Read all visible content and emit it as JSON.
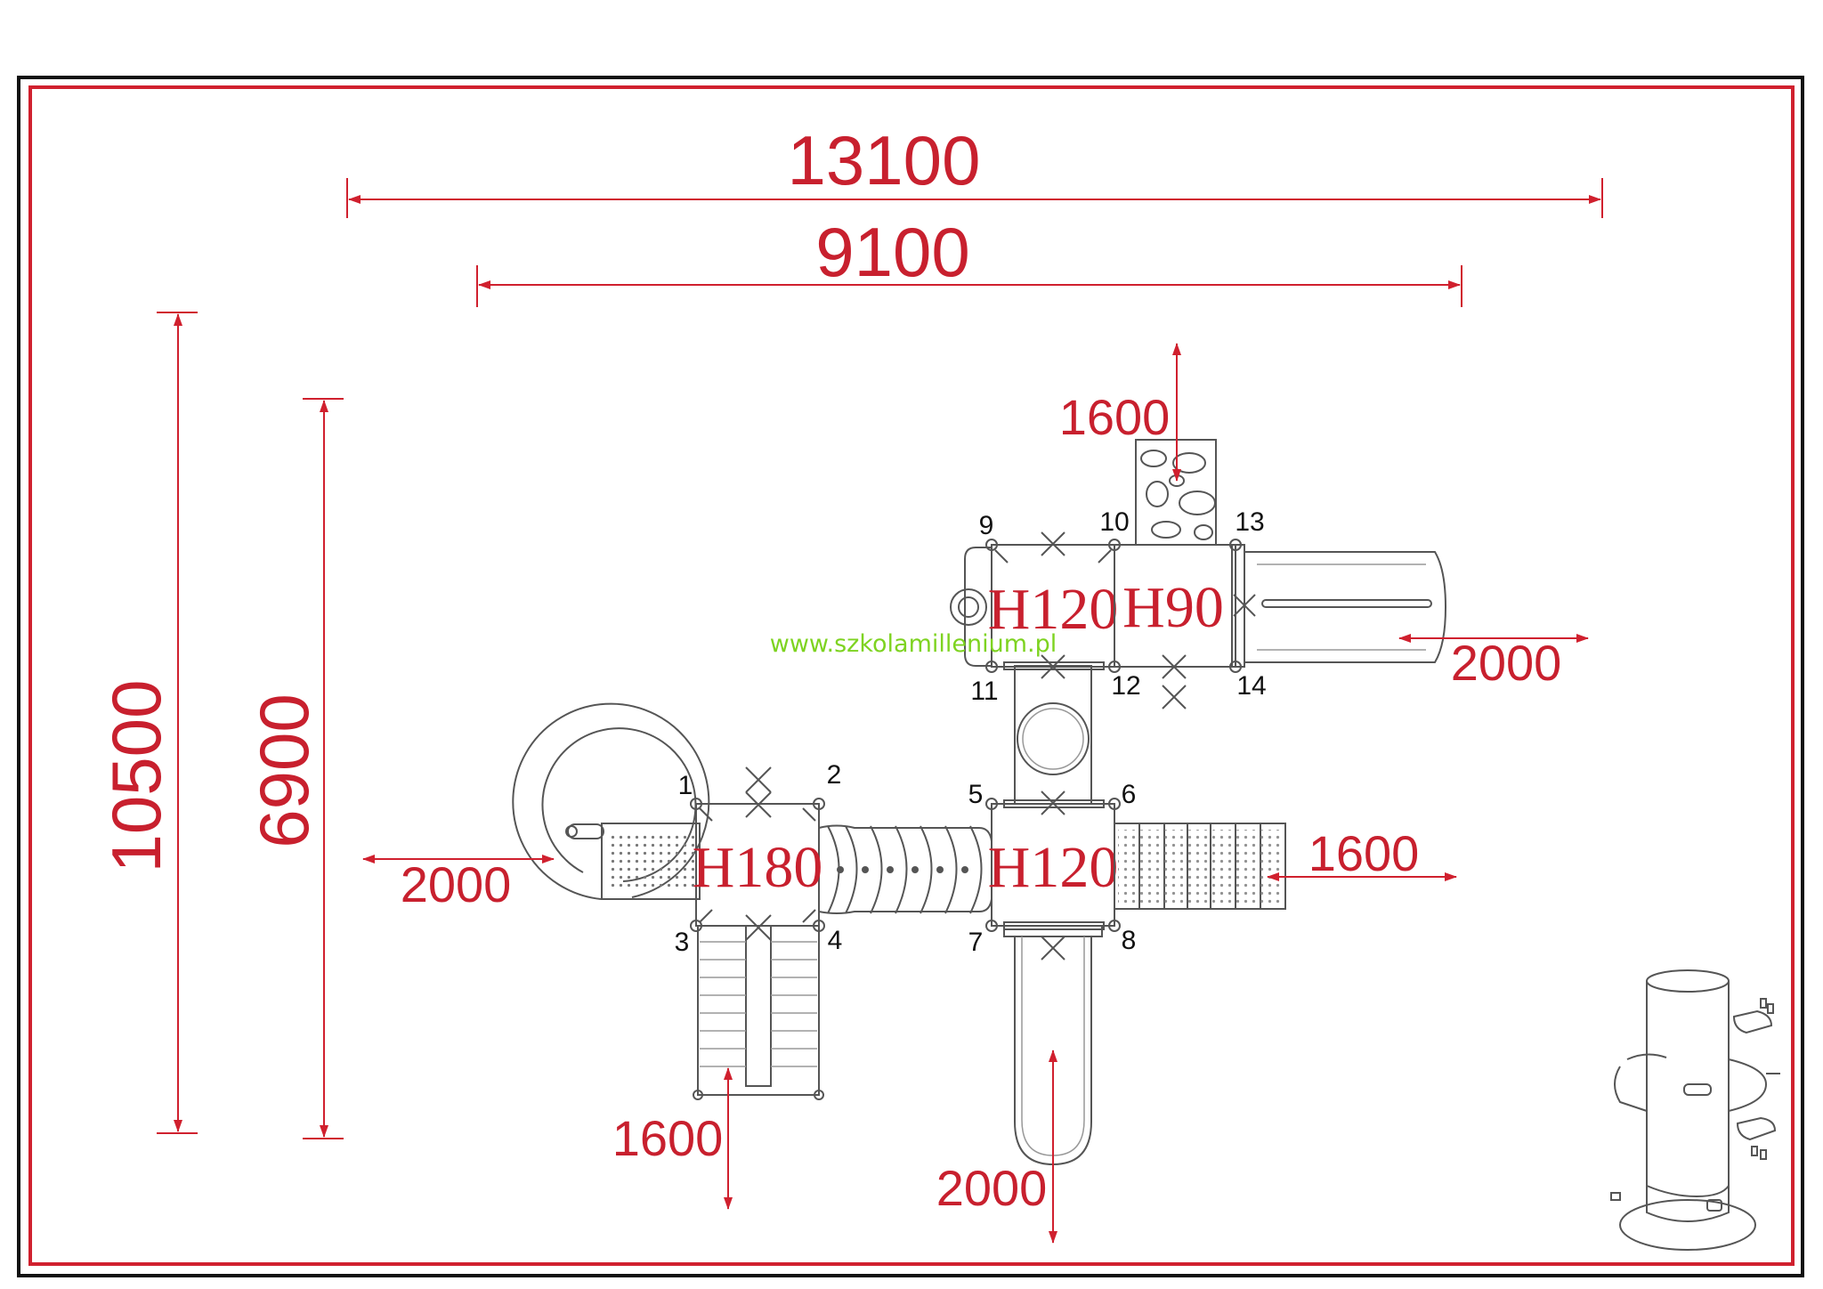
{
  "dimensions": {
    "total_width": "13100",
    "inner_width": "9100",
    "total_height": "10500",
    "inner_height": "6900",
    "top_clearance": "1600",
    "right_upper_clearance": "2000",
    "right_lower_clearance": "1600",
    "left_clearance": "2000",
    "bottom_left_clearance": "1600",
    "bottom_center_clearance": "2000"
  },
  "decks": {
    "deck_h180": "H180",
    "deck_h120_lower": "H120",
    "deck_h120_upper": "H120",
    "deck_h90": "H90"
  },
  "posts": [
    "1",
    "2",
    "3",
    "4",
    "5",
    "6",
    "7",
    "8",
    "9",
    "10",
    "11",
    "12",
    "13",
    "14"
  ],
  "watermark": "www.szkolamillenium.pl",
  "colors": {
    "frame_outer": "#111111",
    "frame_inner": "#d0202e",
    "dimension_text": "#c8202e",
    "deck_text": "#c8202e",
    "watermark": "#7ed321",
    "drawing_lines": "#555555"
  },
  "icons": {
    "post_detail": "post-clamp-detail-icon"
  }
}
